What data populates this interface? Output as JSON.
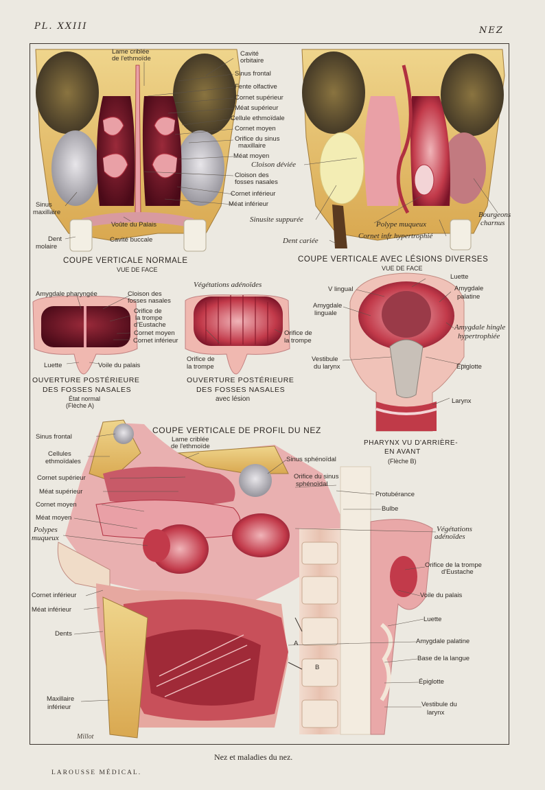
{
  "header": {
    "plate": "PL. XXIII",
    "subject": "NEZ"
  },
  "caption": "Nez et maladies du nez.",
  "publisher": "LAROUSSE MÉDICAL.",
  "signature": "Millot",
  "figures": {
    "normal": {
      "title": "COUPE VERTICALE NORMALE",
      "subtitle": "VUE DE FACE",
      "labels": [
        "Lame criblée",
        "de l'ethmoïde",
        "Cavité",
        "orbitaire",
        "Sinus frontal",
        "Fente olfactive",
        "Cornet supérieur",
        "Méat supérieur",
        "Cellule ethmoïdale",
        "Cornet moyen",
        "Orifice du sinus",
        "maxillaire",
        "Méat moyen",
        "Cloison des",
        "fosses nasales",
        "Cornet inférieur",
        "Méat inférieur",
        "Sinus",
        "maxillaire",
        "Voûte du Palais",
        "Dent",
        "molaire",
        "Cavité buccale"
      ]
    },
    "lesions": {
      "title": "COUPE VERTICALE AVEC LÉSIONS DIVERSES",
      "labels": [
        "Cloison déviée",
        "Sinusite suppurée",
        "Polype muqueux",
        "Bourgeons",
        "charnus",
        "Dent cariée",
        "Cornet infr hypertrophié"
      ]
    },
    "pharynx": {
      "subtitle": "VUE DE FACE",
      "title_lines": [
        "PHARYNX VU D'ARRIÈRE-",
        "EN AVANT"
      ],
      "note": "(Flèche B)",
      "labels": [
        "Luette",
        "V lingual",
        "Amygdale",
        "palatine",
        "Amygdale",
        "linguale",
        "Amygdale hingle",
        "hypertrophiée",
        "Vestibule",
        "du larynx",
        "Épiglotte",
        "Larynx"
      ]
    },
    "nasal_normal": {
      "title_lines": [
        "OUVERTURE POSTÉRIEURE",
        "DES FOSSES NASALES"
      ],
      "state": "État normal",
      "note": "(Flèche A)",
      "labels": [
        "Amygdale pharyngée",
        "Cloison des",
        "fosses nasales",
        "Orifice de",
        "la trompe",
        "d'Eustache",
        "Cornet moyen",
        "Cornet inférieur",
        "Luette",
        "Voile du palais"
      ]
    },
    "nasal_lesion": {
      "heading": "Végétations adénoïdes",
      "title_lines": [
        "OUVERTURE POSTÉRIEURE",
        "DES FOSSES NASALES"
      ],
      "state": "avec lésion",
      "labels": [
        "Orifice de",
        "la trompe",
        "Orifice de",
        "la trompe"
      ]
    },
    "profile": {
      "title": "COUPE VERTICALE DE PROFIL DU NEZ",
      "labels": [
        "Sinus frontal",
        "Lame criblée",
        "de l'ethmoïde",
        "Cellules",
        "ethmoïdales",
        "Cornet supérieur",
        "Méat supérieur",
        "Cornet moyen",
        "Méat moyen",
        "Polypes",
        "muqueux",
        "Cornet inférieur",
        "Méat inférieur",
        "Dents",
        "Maxillaire",
        "inférieur",
        "Sinus sphénoïdal",
        "Orifice du sinus",
        "sphénoïdal",
        "Protubérance",
        "Bulbe",
        "Végétations",
        "adénoïdes",
        "Orifice de la trompe",
        "d'Eustache",
        "Voile du palais",
        "Luette",
        "Amygdale palatine",
        "Base de la langue",
        "Épiglotte",
        "Vestibule du",
        "larynx",
        "A",
        "B"
      ]
    }
  },
  "colors": {
    "paper": "#ece9e1",
    "bone": "#e8c46a",
    "mucosa": "#c23a4a",
    "deep": "#7a1428",
    "soft": "#e9a0a6",
    "cartilage": "#d8d2c0",
    "ink": "#2f2a25"
  }
}
